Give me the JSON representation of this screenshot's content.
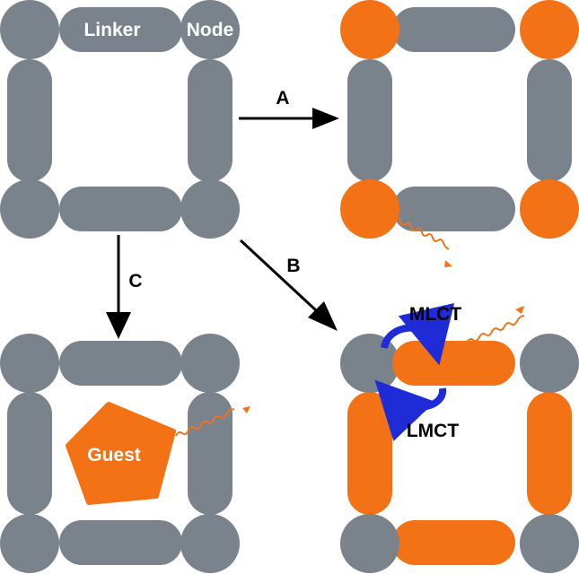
{
  "labels": {
    "linker": "Linker",
    "node": "Node",
    "arrow_a": "A",
    "arrow_b": "B",
    "arrow_c": "C",
    "mlct": "MLCT",
    "lmct": "LMCT",
    "guest": "Guest"
  },
  "colors": {
    "framework": "#7a828c",
    "luminescent": "#f47216",
    "arrow": "#000000",
    "charge_transfer": "#1f2bd6",
    "label_light": "#ffffff",
    "background": "#ffffff"
  },
  "panels": [
    {
      "id": "original",
      "highlight": "none"
    },
    {
      "id": "node-emission",
      "highlight": "nodes"
    },
    {
      "id": "guest-emission",
      "highlight": "guest"
    },
    {
      "id": "linker-emission",
      "highlight": "linkers"
    }
  ]
}
